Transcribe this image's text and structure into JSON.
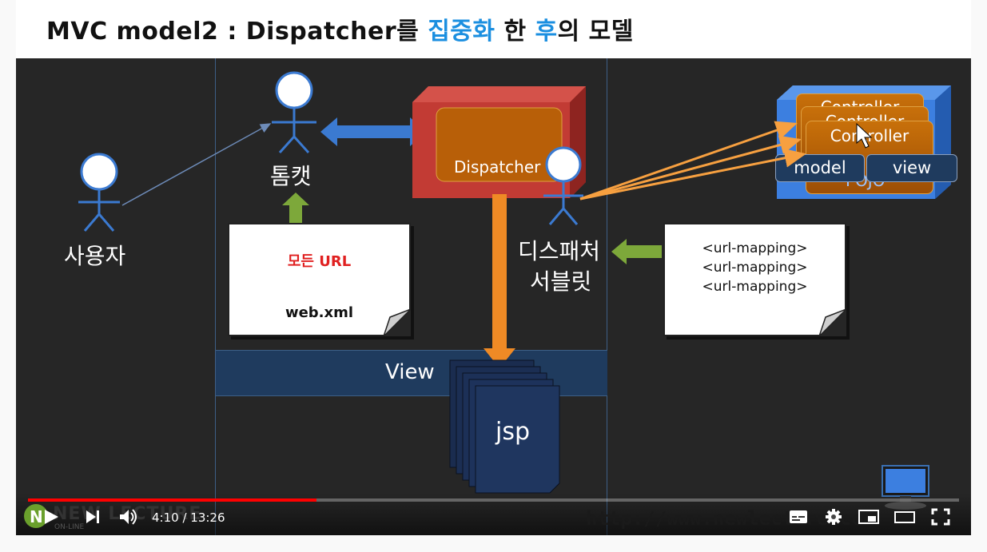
{
  "slide": {
    "title_parts": [
      "MVC model2 : Dispatcher를 ",
      "집중화",
      " 한 ",
      "후",
      "의 모델"
    ],
    "user_label": "사용자",
    "tomcat_label": "톰캣",
    "dispatcher_box_label": "Dispatcher",
    "dispatcher_servlet_line1": "디스패처",
    "dispatcher_servlet_line2": "서블릿",
    "webxml_top": "모든 URL",
    "webxml_bottom": "web.xml",
    "url_mappings": [
      "<url-mapping>",
      "<url-mapping>",
      "<url-mapping>"
    ],
    "view_label": "View",
    "jsp_label": "jsp",
    "controllers": [
      "Controller",
      "Controller",
      "Controller"
    ],
    "model_label": "model",
    "view_pill_label": "view",
    "pojo_label": "POJO",
    "watermark_url": "http://www.newlecture.com",
    "logo_text": "NEW LECTURE",
    "logo_sub": "ON-LINE"
  },
  "player": {
    "current_time": "4:10",
    "separator": " / ",
    "duration": "13:26",
    "progress_fraction": 0.31
  },
  "icons": [
    "play-icon",
    "next-icon",
    "volume-icon",
    "subtitles-icon",
    "settings-icon",
    "miniplayer-icon",
    "theater-icon",
    "fullscreen-icon"
  ],
  "colors": {
    "accent_blue": "#1b8fe0",
    "progress_red": "#ff0000",
    "slide_bg": "#262626",
    "dispatcher_red": "#c23b34",
    "controller_orange": "#b85f08"
  }
}
